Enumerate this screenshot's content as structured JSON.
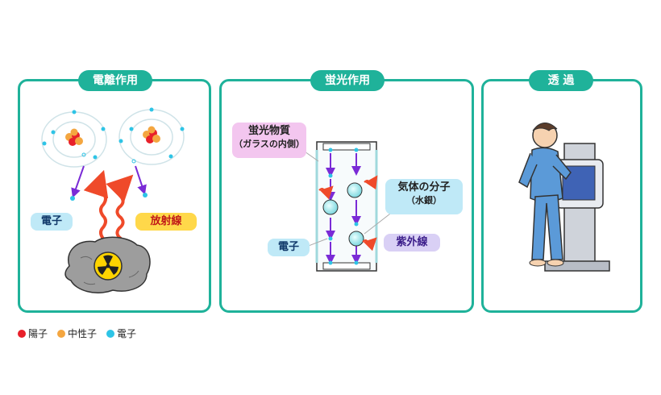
{
  "panels": {
    "ionization": {
      "title": "電離作用",
      "electron_label": "電子",
      "radiation_label": "放射線"
    },
    "fluorescence": {
      "title": "蛍光作用",
      "phosphor_label": "蛍光物質",
      "phosphor_sub": "（ガラスの内側）",
      "gas_label": "気体の分子",
      "gas_sub": "（水銀）",
      "electron_label": "電子",
      "uv_label": "紫外線"
    },
    "transmission": {
      "title": "透 過"
    }
  },
  "legend": [
    {
      "label": "陽子",
      "color": "#e8202a"
    },
    {
      "label": "中性子",
      "color": "#f4a640"
    },
    {
      "label": "電子",
      "color": "#2ec4e6"
    }
  ],
  "colors": {
    "accent": "#1fb29a",
    "electron_bubble": "#bfe9f7",
    "radiation_bubble": "#ffd84a",
    "phosphor_bubble": "#f3c6ef",
    "uv_bubble": "#d9d0f5",
    "arrow": "#7a2bd6",
    "wave": "#ef4a2a"
  }
}
